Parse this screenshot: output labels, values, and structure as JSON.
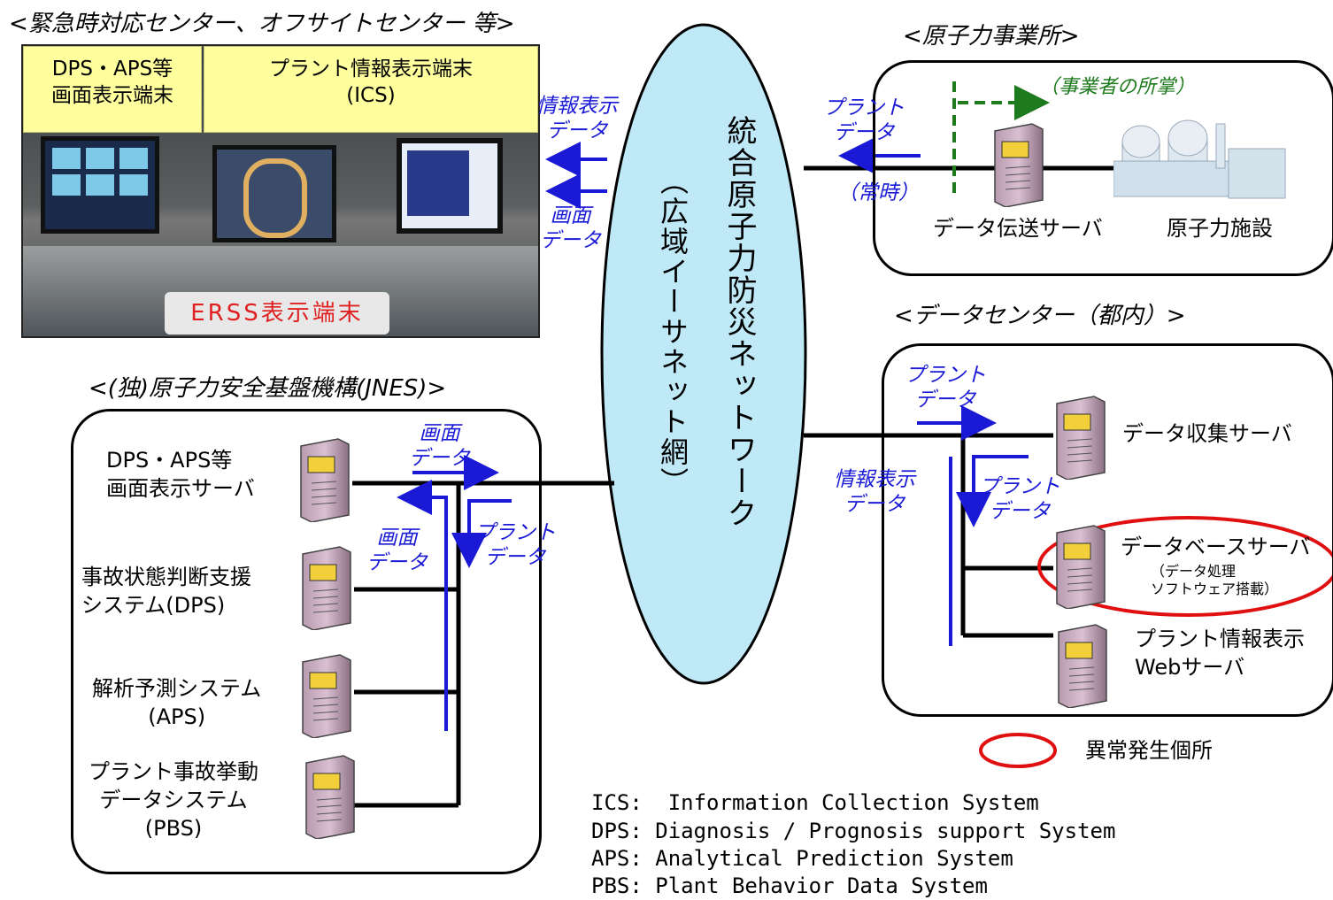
{
  "titles": {
    "emergency": "<緊急時対応センター、オフサイトセンター 等>",
    "plant_site": "<原子力事業所>",
    "data_center": "<データセンター（都内）>",
    "jnes": "<(独)原子力安全基盤機構(JNES)>"
  },
  "emergency_center": {
    "header_left": "DPS・APS等\n画面表示端末",
    "header_right": "プラント情報表示端末\n(ICS)",
    "ersss_label": "ERSS表示端末"
  },
  "network": {
    "name": "統合原子力防災ネットワーク",
    "sub": "（広域イーサネット網）"
  },
  "flow_labels": {
    "info_display_data": "情報表示\nデータ",
    "screen_data": "画面\nデータ",
    "plant_data": "プラント\nデータ",
    "always": "（常時）",
    "operator_jurisdiction": "（事業者の所掌）"
  },
  "plant_site": {
    "transfer_server": "データ伝送サーバ",
    "facility": "原子力施設"
  },
  "data_center": {
    "collection_server": "データ収集サーバ",
    "database_server": "データベースサーバ",
    "database_note": "（データ処理\nソフトウェア搭載）",
    "web_server": "プラント情報表示\nWebサーバ",
    "plant_data_1": "プラント\nデータ",
    "plant_data_2": "プラント\nデータ",
    "info_display_data": "情報表示\nデータ"
  },
  "jnes": {
    "display_server": "DPS・APS等\n画面表示サーバ",
    "dps": "事故状態判断支援\nシステム(DPS)",
    "aps": "解析予測システム\n(APS)",
    "pbs": "プラント事故挙動\nデータシステム\n(PBS)",
    "screen_data_1": "画面\nデータ",
    "screen_data_2": "画面\nデータ",
    "plant_data": "プラント\nデータ"
  },
  "legend": {
    "anomaly": "異常発生個所",
    "ics": "ICS:  Information Collection System",
    "dps": "DPS: Diagnosis / Prognosis support System",
    "aps": "APS: Analytical Prediction System",
    "pbs": "PBS: Plant Behavior Data System"
  },
  "colors": {
    "flow_blue": "#1a1ad6",
    "network_fill": "#bfe9f7",
    "anomaly_red": "#e01010",
    "jurisdiction_green": "#1d7a1d",
    "header_yellow": "#ffff9e",
    "ersss_red": "#e02020"
  }
}
